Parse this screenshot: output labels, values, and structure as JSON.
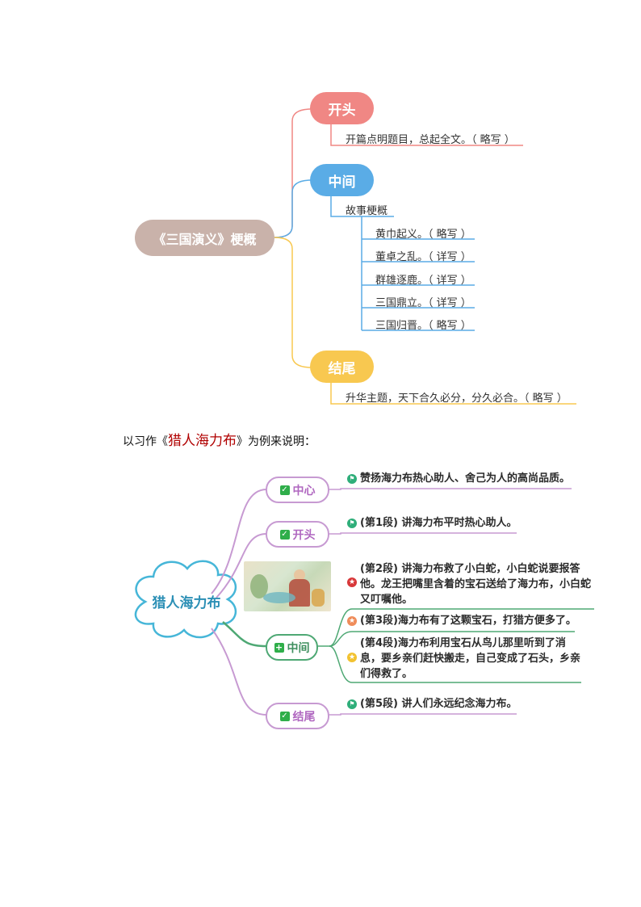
{
  "map1": {
    "root": "《三国演义》梗概",
    "kaitou": {
      "label": "开头",
      "text": "开篇点明题目，总起全文。（ 略写 ）"
    },
    "zhongjian": {
      "label": "中间",
      "sub": "故事梗概",
      "items": [
        "黄巾起义。（ 略写 ）",
        "董卓之乱。（ 详写 ）",
        "群雄逐鹿。（ 详写 ）",
        "三国鼎立。（ 详写 ）",
        "三国归晋。（ 略写 ）"
      ]
    },
    "jiewei": {
      "label": "结尾",
      "text": "升华主题，天下合久必分，分久必合。（ 略写 ）"
    }
  },
  "caption": {
    "before": "以习作《",
    "highlight": "猎人海力布",
    "after": "》为例来说明："
  },
  "map2": {
    "root": "猎人海力布",
    "zhongxin": {
      "label": "中心",
      "text": "赞扬海力布热心助人、舍己为人的高尚品质。"
    },
    "kaitou": {
      "label": "开头",
      "text": "(第1段) 讲海力布平时热心助人。"
    },
    "zhongjian": {
      "label": "中间",
      "items": [
        {
          "line1": "(第2段) 讲海力布救了小白蛇，小白蛇说要报答",
          "line2": "他。龙王把嘴里含着的宝石送给了海力布，小白蛇",
          "line3": "又叮嘱他。"
        },
        {
          "line1": "(第3段)海力布有了这颗宝石，打猎方便多了。"
        },
        {
          "line1": "(第4段)海力布利用宝石从鸟儿那里听到了消",
          "line2": "息，要乡亲们赶快搬走，自己变成了石头，乡亲",
          "line3": "们得救了。"
        }
      ]
    },
    "jiewei": {
      "label": "结尾",
      "text": "(第5段) 讲人们永远纪念海力布。"
    }
  },
  "colors": {
    "kaitou": "#f08784",
    "zhongjian": "#5aace6",
    "jiewei": "#f8c850",
    "root1": "#c9b2aa"
  }
}
